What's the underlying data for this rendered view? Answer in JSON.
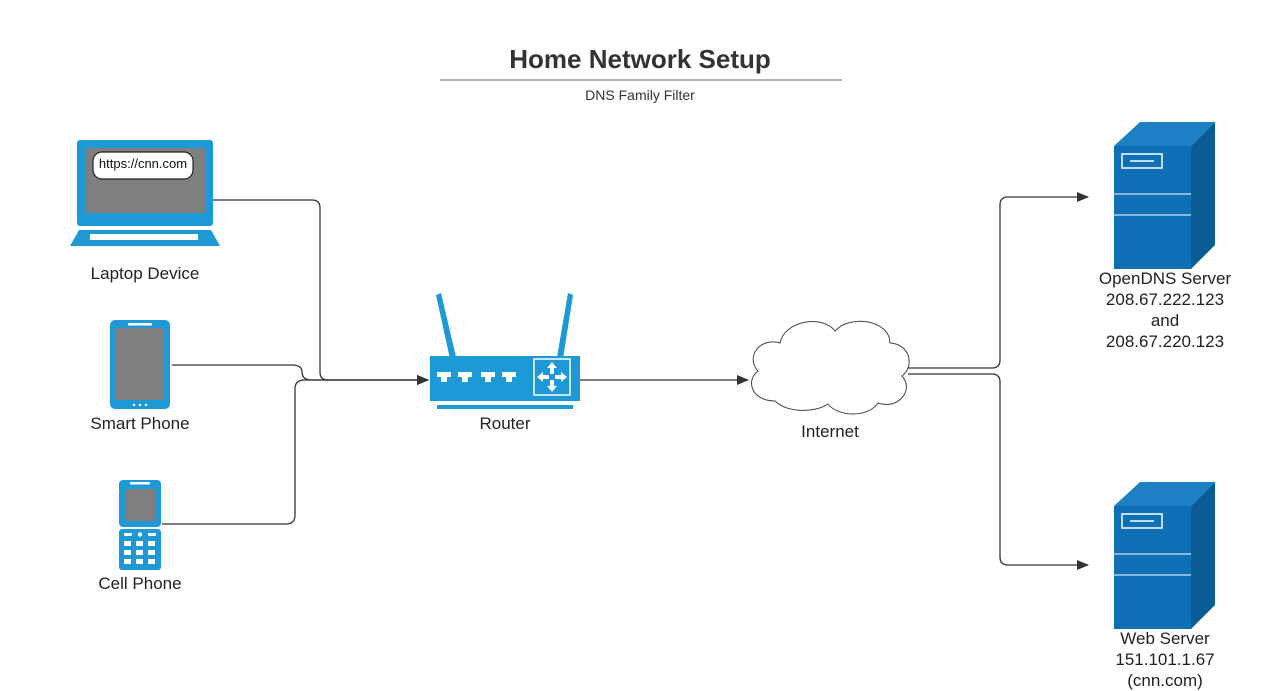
{
  "title": "Home Network Setup",
  "subtitle": "DNS Family Filter",
  "colors": {
    "device_blue": "#1d9ad6",
    "server_blue": "#0d6fb4",
    "server_edge": "#0a5c94",
    "screen_gray": "#7f7f7f",
    "line": "#333333"
  },
  "nodes": {
    "laptop": {
      "label": "Laptop Device",
      "screen_url": "https://cnn.com",
      "icon": "laptop-icon"
    },
    "smartphone": {
      "label": "Smart Phone",
      "icon": "smartphone-icon"
    },
    "cellphone": {
      "label": "Cell Phone",
      "icon": "cellphone-icon"
    },
    "router": {
      "label": "Router",
      "icon": "router-icon"
    },
    "internet": {
      "label": "Internet",
      "icon": "cloud-icon"
    },
    "opendns": {
      "label_lines": [
        "OpenDNS Server",
        "208.67.222.123",
        "and",
        "208.67.220.123"
      ],
      "icon": "server-icon"
    },
    "webserver": {
      "label_lines": [
        "Web Server",
        "151.101.1.67",
        "(cnn.com)"
      ],
      "icon": "server-icon"
    }
  }
}
